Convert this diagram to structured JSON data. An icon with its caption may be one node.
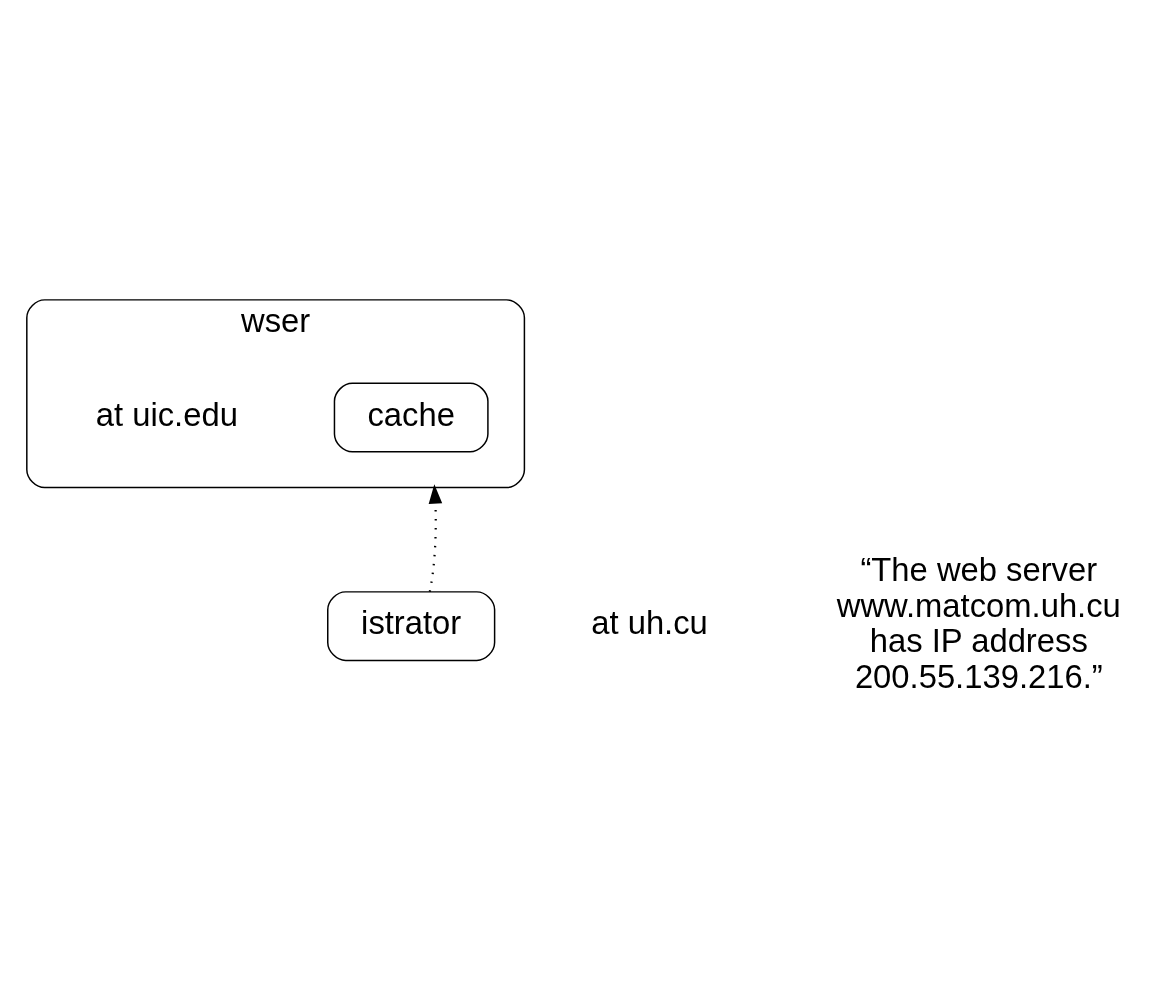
{
  "diagram": {
    "nodes": [
      {
        "text": [
          "wser"
        ],
        "beside": [
          "at uic.edu"
        ]
      },
      {
        "text": [
          "cache"
        ],
        "in": 0
      },
      {
        "text": [
          "istrator"
        ],
        "beside": [
          "at uh.cu"
        ]
      }
    ],
    "edges": [
      {
        "from": 2,
        "to": 0,
        "arrow": "to",
        "style": "dashed"
      }
    ],
    "labels": [
      "“The web server www.matcom.uh.cu has IP address 200.55.139.216.”"
    ]
  }
}
